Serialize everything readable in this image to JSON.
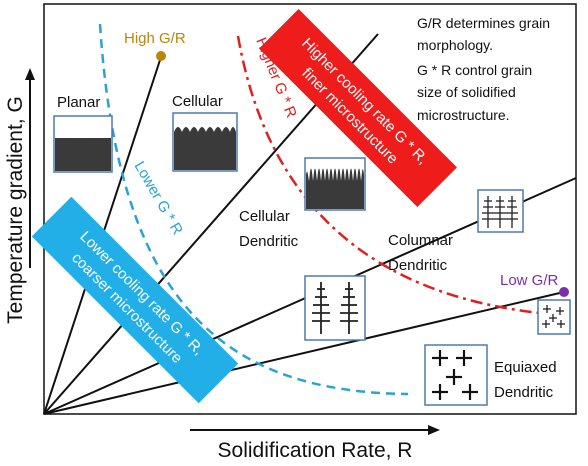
{
  "axes": {
    "x_label": "Solidification Rate, R",
    "y_label": "Temperature gradient, G"
  },
  "points": {
    "high_gr": {
      "label": "High G/R",
      "color": "#b8860b"
    },
    "low_gr": {
      "label": "Low G/R",
      "color": "#7b2fa8"
    }
  },
  "notes": {
    "line1": "G/R determines grain",
    "line2": "morphology.",
    "line3": "G * R control grain",
    "line4": "size of solidified",
    "line5": "microstructure."
  },
  "regions": {
    "planar": "Planar",
    "cellular": "Cellular",
    "cellular_dendritic_1": "Cellular",
    "cellular_dendritic_2": "Dendritic",
    "columnar_dendritic_1": "Columnar",
    "columnar_dendritic_2": "Dendritic",
    "equiaxed_dendritic_1": "Equiaxed",
    "equiaxed_dendritic_2": "Dendritic"
  },
  "curves": {
    "lower_gr": {
      "label": "Lower G * R",
      "color": "#29a3d6"
    },
    "higher_gr": {
      "label": "Higher G * R",
      "color": "#e02020"
    }
  },
  "banners": {
    "lower": {
      "line1": "Lower cooling rate G * R,",
      "line2": "coarser microstructure",
      "color": "#22aee6"
    },
    "higher": {
      "line1": "Higher cooling rate G * R,",
      "line2": "finer microstructure",
      "color": "#ef1c1c"
    }
  },
  "colors": {
    "frame": "#4a7ab0",
    "dark": "#3a3a3a"
  }
}
